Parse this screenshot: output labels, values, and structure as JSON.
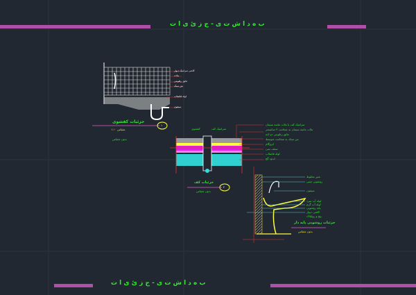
{
  "sheet": {
    "title_top": "ب ه د ا ش ت ی  -  ج ز ئ ی ا ت",
    "title_bottom": "ب ه د ا ش ت ی  -  ج ز ئ ی ا ت",
    "accent_color": "#b04fa8",
    "text_color": "#33e833"
  },
  "detail_sink": {
    "caption": "جزئیات کفشوی",
    "subcaption": "بدون مقیاس",
    "scale_note": "مقیاس ۱:۱۰",
    "callout": "۱",
    "labels": [
      "کاشی سرامیک دیوار",
      "ملات",
      "عایق رطوبتی",
      "بتن سبک",
      "لوله فاضلاب",
      "سیفون"
    ]
  },
  "detail_floor": {
    "caption": "جزئیات کف",
    "subcaption": "بدون مقیاس",
    "callout": "۲",
    "top_labels": [
      "کفشوی",
      "سرامیک کف"
    ],
    "labels": [
      "سرامیک کف با ملات ماسه سیمان",
      "ملات ماسه سیمان به ضخامت ۳ سانتیمتر",
      "عایق رطوبتی دو لایه",
      "بتن سبک به ضخامت متوسط",
      "ایزوگام",
      "سقف بتنی",
      "لوله فاضلاب",
      "اندود گچ"
    ]
  },
  "detail_basin": {
    "caption": "جزئیات روشویی پایه دار",
    "subcaption": "بدون مقیاس",
    "labels": [
      "شیر مخلوط",
      "روشویی چینی",
      "سیفون",
      "لوله آب سرد",
      "لوله آب گرم",
      "پایه روشویی",
      "کاشی دیوار",
      "پیچ و رولپلاک"
    ]
  }
}
